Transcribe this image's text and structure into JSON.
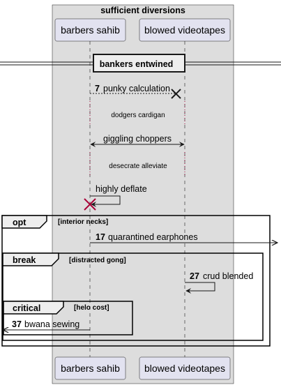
{
  "box": {
    "title": "sufficient diversions"
  },
  "participants": [
    {
      "name": "barbers sahib"
    },
    {
      "name": "blowed videotapes"
    }
  ],
  "divider": {
    "label": "bankers entwined"
  },
  "messages": [
    {
      "num": "7",
      "text": "punky calculation"
    },
    {
      "note": "dodgers cardigan"
    },
    {
      "text": "giggling choppers"
    },
    {
      "note": "desecrate alleviate"
    },
    {
      "text": "highly deflate"
    },
    {
      "num": "17",
      "text": "quarantined earphones"
    },
    {
      "num": "27",
      "text": "crud blended"
    },
    {
      "num": "37",
      "text": "bwana sewing"
    }
  ],
  "fragments": [
    {
      "kind": "opt",
      "guard": "[interior necks]"
    },
    {
      "kind": "break",
      "guard": "[distracted gong]"
    },
    {
      "kind": "critical",
      "guard": "[helo cost]"
    }
  ],
  "colors": {
    "box_fill": "#DDDDDD",
    "participant_fill": "#E2E2F0",
    "participant_border": "#181818",
    "lifeline": "#181818",
    "destroy_red": "#A80036",
    "destroy_black": "#181818"
  }
}
